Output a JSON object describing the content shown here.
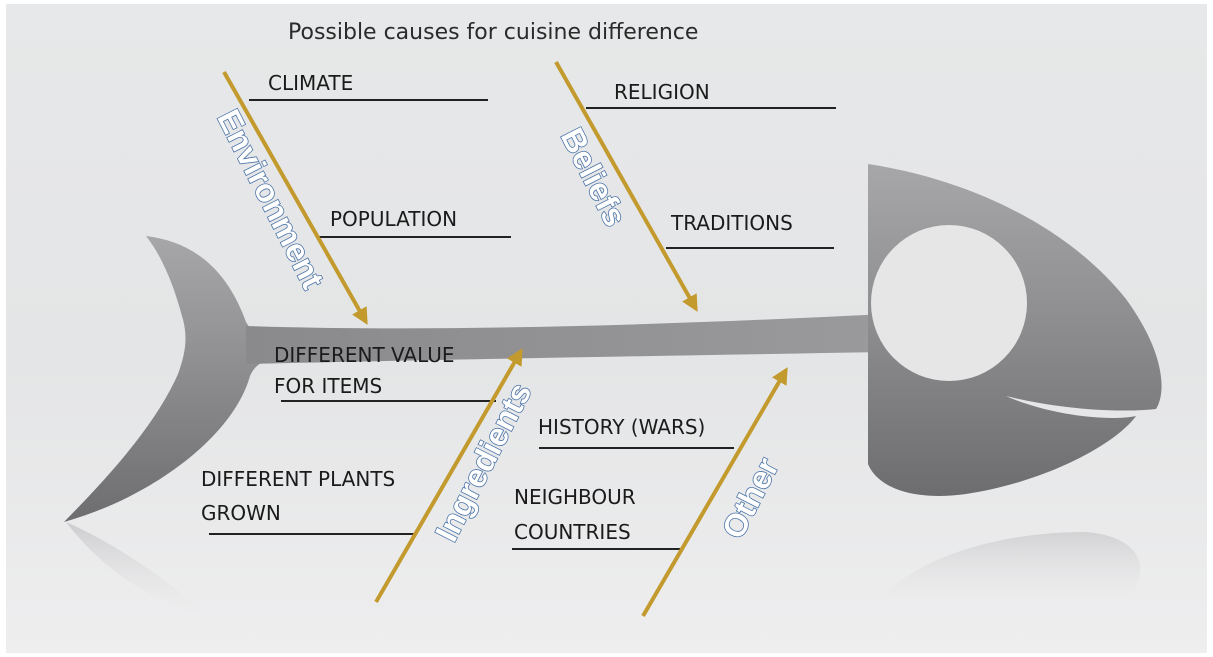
{
  "title": "Possible causes for cuisine difference",
  "categories": {
    "environment": "Environment",
    "beliefs": "Beliefs",
    "ingredients": "Ingredients",
    "other": "Other"
  },
  "causes": {
    "climate": "CLIMATE",
    "population": "POPULATION",
    "religion": "RELIGION",
    "traditions": "TRADITIONS",
    "different_value_line1": "DIFFERENT VALUE",
    "different_value_line2": "FOR ITEMS",
    "different_plants_line1": "DIFFERENT PLANTS",
    "different_plants_line2": "GROWN",
    "history": "HISTORY (WARS)",
    "neighbour_line1": "NEIGHBOUR",
    "neighbour_line2": "COUNTRIES"
  },
  "colors": {
    "bone": "#c29a2e",
    "fish": "#8e8e90",
    "category_outline": "#4c74a8"
  }
}
